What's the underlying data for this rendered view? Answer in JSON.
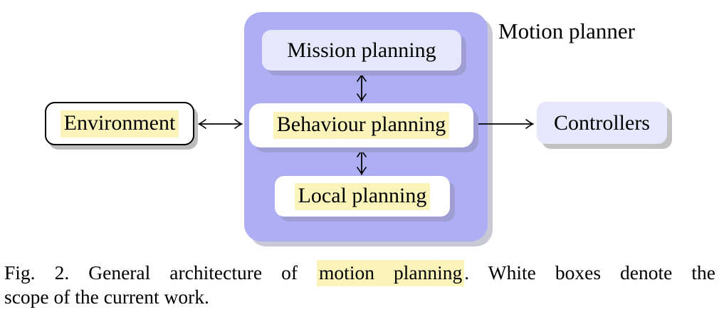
{
  "figure": {
    "type": "block-diagram",
    "title": "Motion planner",
    "nodes": {
      "mission": {
        "label": "Mission planning",
        "style": "lavender-box"
      },
      "behaviour": {
        "label": "Behaviour planning",
        "style": "white-box-yellow-highlight"
      },
      "local": {
        "label": "Local planning",
        "style": "white-box-yellow-highlight"
      },
      "environment": {
        "label": "Environment",
        "style": "white-box-black-border-yellow-highlight"
      },
      "controllers": {
        "label": "Controllers",
        "style": "lavender-box"
      }
    },
    "edges": [
      {
        "from": "mission",
        "to": "behaviour",
        "direction": "bidirectional"
      },
      {
        "from": "behaviour",
        "to": "local",
        "direction": "bidirectional"
      },
      {
        "from": "environment",
        "to": "motion-planner",
        "direction": "bidirectional"
      },
      {
        "from": "behaviour",
        "to": "controllers",
        "direction": "one-way"
      }
    ],
    "colors": {
      "container_fill": "#aeaef5",
      "container_shadow": "#c9c9d6",
      "lavender_node_fill": "#e7e7fb",
      "inner_node_shadow": "#9e9ed4",
      "outer_node_shadow": "#bcbcbc",
      "yellow_highlight": "#faf4bb",
      "text": "#000000"
    }
  },
  "caption": {
    "prefix": "Fig. 2.",
    "before_highlight": "General architecture of",
    "highlight": "motion planning",
    "after_highlight": ". White boxes denote the",
    "line2": "scope of the current work."
  }
}
